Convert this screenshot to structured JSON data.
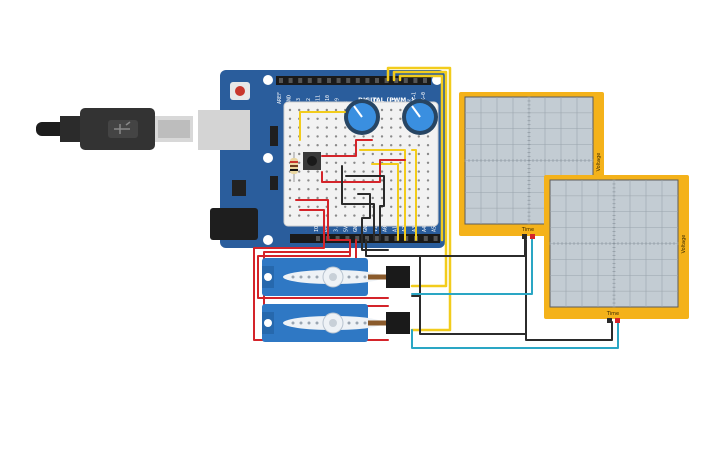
{
  "board": {
    "top_pins": [
      "AREF",
      "GND",
      "13",
      "12",
      "~11",
      "~10",
      "~9",
      "8",
      "7",
      "~6",
      "~5",
      "4",
      "~3",
      "2",
      "TX→1",
      "RX←0"
    ],
    "bottom_pins": [
      "IOREF",
      "RESET",
      "3.3V",
      "5V",
      "GND",
      "GND",
      "Vin",
      "A0",
      "A1",
      "A2",
      "A3",
      "A4",
      "A5"
    ],
    "digital_label": "DIGITAL (PWM~)"
  },
  "oscilloscopes": [
    {
      "axis_x": "Time",
      "axis_y": "Voltage"
    },
    {
      "axis_x": "Time",
      "axis_y": "Voltage"
    }
  ],
  "colors": {
    "board": "#2a5d9c",
    "wire_red": "#d4242a",
    "wire_black": "#2b2b2b",
    "wire_yellow": "#f2cc1c",
    "wire_teal": "#2aa6c4",
    "scope_frame": "#f4b21a",
    "servo": "#2f78c4"
  }
}
